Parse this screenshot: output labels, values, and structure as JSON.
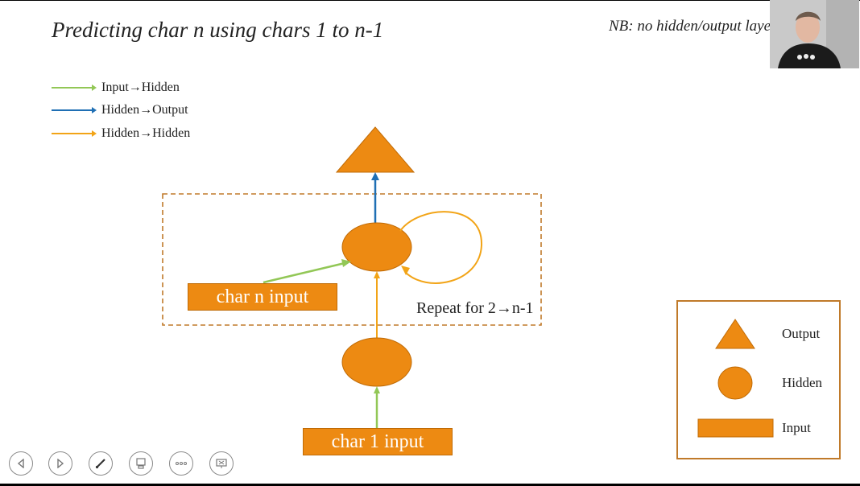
{
  "slide": {
    "title": "Predicting char n using chars 1 to n-1",
    "note": "NB: no hidden/output layer"
  },
  "legend": [
    {
      "label": "Input→Hidden",
      "color": "#92c756"
    },
    {
      "label": "Hidden→Output",
      "color": "#1f6fb4"
    },
    {
      "label": "Hidden→Hidden",
      "color": "#f2a417"
    }
  ],
  "diagram": {
    "char_n_label": "char n input",
    "char_1_label": "char 1 input",
    "repeat_label": "Repeat for 2→n-1"
  },
  "key": {
    "output_label": "Output",
    "hidden_label": "Hidden",
    "input_label": "Input"
  },
  "colors": {
    "node_fill": "#ed8a12",
    "node_stroke": "#c06b06",
    "repeat_box": "#c07a2a"
  },
  "controls": [
    {
      "name": "previous-slide-button",
      "icon": "chevron-left-icon"
    },
    {
      "name": "next-slide-button",
      "icon": "chevron-right-icon"
    },
    {
      "name": "pen-tool-button",
      "icon": "pen-icon"
    },
    {
      "name": "slides-overview-button",
      "icon": "slides-icon"
    },
    {
      "name": "more-options-button",
      "icon": "ellipsis-icon"
    },
    {
      "name": "end-show-button",
      "icon": "screen-off-icon"
    }
  ]
}
